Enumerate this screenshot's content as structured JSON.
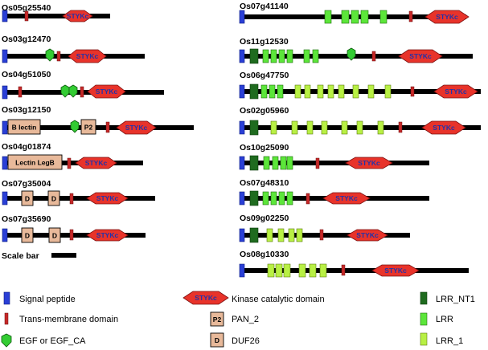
{
  "colors": {
    "backbone": "#000000",
    "signal": "#2a3fd6",
    "tm": "#c62828",
    "styk": "#e8332a",
    "styk_text": "#2233aa",
    "egf": "#33cc33",
    "tan": "#e8b99a",
    "nt1": "#1f6b1f",
    "lrr": "#5ce63a",
    "lrr1": "#b8f044"
  },
  "labels": {
    "styk": "STYKc",
    "p2": "P2",
    "d": "D",
    "b_lectin": "B lectin",
    "lectin_legb": "Lectin LegB"
  },
  "scale_bar": {
    "label": "Scale bar"
  },
  "genes_left": [
    {
      "name": "Os05g25540"
    },
    {
      "name": "Os03g12470"
    },
    {
      "name": "Os04g51050"
    },
    {
      "name": "Os03g12150"
    },
    {
      "name": "Os04g01874"
    },
    {
      "name": "Os07g35004"
    },
    {
      "name": "Os07g35690"
    }
  ],
  "genes_right": [
    {
      "name": "Os07g41140"
    },
    {
      "name": "Os11g12530"
    },
    {
      "name": "Os06g47750"
    },
    {
      "name": "Os02g05960"
    },
    {
      "name": "Os10g25090"
    },
    {
      "name": "Os07g48310"
    },
    {
      "name": "Os09g02250"
    },
    {
      "name": "Os08g10330"
    }
  ],
  "legend": {
    "signal": "Signal peptide",
    "tm": "Trans-membrane domain",
    "egf": "EGF or EGF_CA",
    "styk": "Kinase catalytic domain",
    "pan2": "PAN_2",
    "duf26": "DUF26",
    "nt1": "LRR_NT1",
    "lrr": "LRR",
    "lrr1": "LRR_1"
  }
}
